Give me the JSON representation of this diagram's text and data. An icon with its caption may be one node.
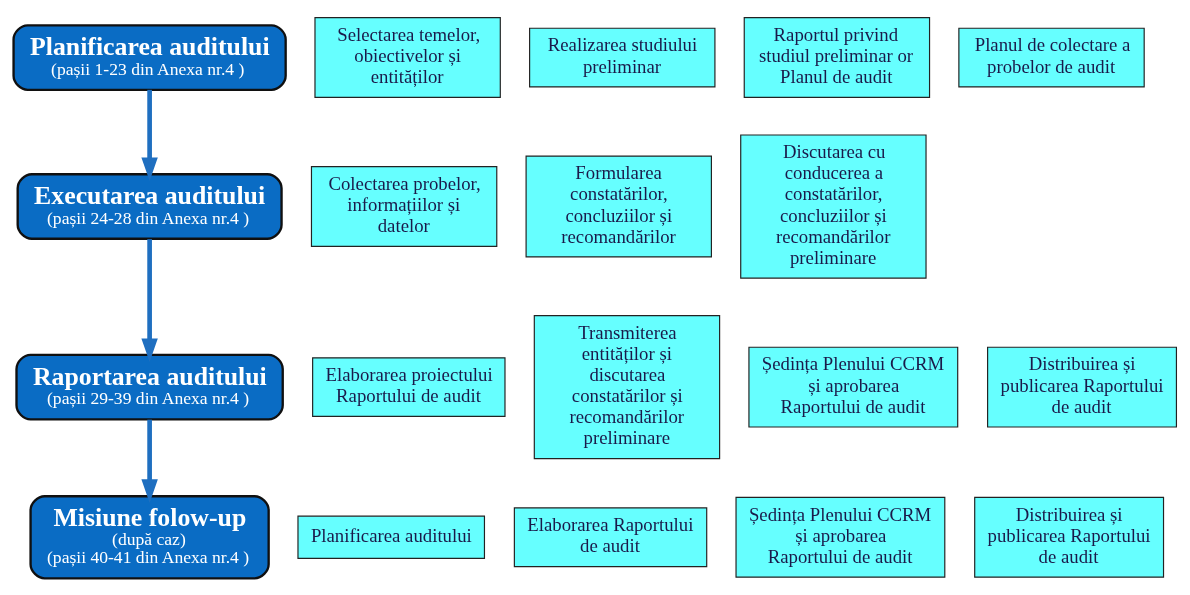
{
  "diagram": {
    "nodes": [
      {
        "text": [
          "Planificarea auditului",
          "(pașii 1-23 din Anexa nr.4 )"
        ]
      },
      {
        "text": [
          "Selectarea temelor, obiectivelor și entităților"
        ]
      },
      {
        "text": [
          "Realizarea studiului preliminar"
        ]
      },
      {
        "text": [
          "Raportul privind studiul preliminar or Planul de audit"
        ]
      },
      {
        "text": [
          "Planul de colectare a probelor de audit"
        ]
      },
      {
        "text": [
          "Executarea auditului",
          "(pașii 24-28 din Anexa nr.4 )"
        ]
      },
      {
        "text": [
          "Colectarea probelor, informațiilor și datelor"
        ]
      },
      {
        "text": [
          "Formularea constatărilor, concluziilor și recomandărilor"
        ]
      },
      {
        "text": [
          "Discutarea cu conducerea a constatărilor, concluziilor și recomandărilor preliminare"
        ]
      },
      {
        "text": [
          "Raportarea auditului",
          "(pașii 29-39 din Anexa nr.4 )"
        ]
      },
      {
        "text": [
          "Elaborarea proiectului Raportului de audit"
        ]
      },
      {
        "text": [
          "Transmiterea entităților și discutarea constatărilor și recomandărilor preliminare"
        ]
      },
      {
        "text": [
          "Ședința Plenului CCRM și aprobarea Raportului de audit"
        ]
      },
      {
        "text": [
          "Distribuirea și publicarea Raportului de audit"
        ]
      },
      {
        "text": [
          "Misiune folow-up",
          "(după caz)",
          "(pașii 40-41 din Anexa nr.4 )"
        ]
      },
      {
        "text": [
          "Planificarea auditului"
        ]
      },
      {
        "text": [
          "Elaborarea Raportului de audit"
        ]
      },
      {
        "text": [
          "Ședința Plenului CCRM și aprobarea Raportului de audit"
        ]
      },
      {
        "text": [
          "Distribuirea și publicarea Raportului de audit"
        ]
      }
    ],
    "edges": [
      {
        "from": 0,
        "to": 5,
        "arrow": "to"
      },
      {
        "from": 5,
        "to": 9,
        "arrow": "to"
      },
      {
        "from": 9,
        "to": 14,
        "arrow": "to"
      }
    ]
  }
}
